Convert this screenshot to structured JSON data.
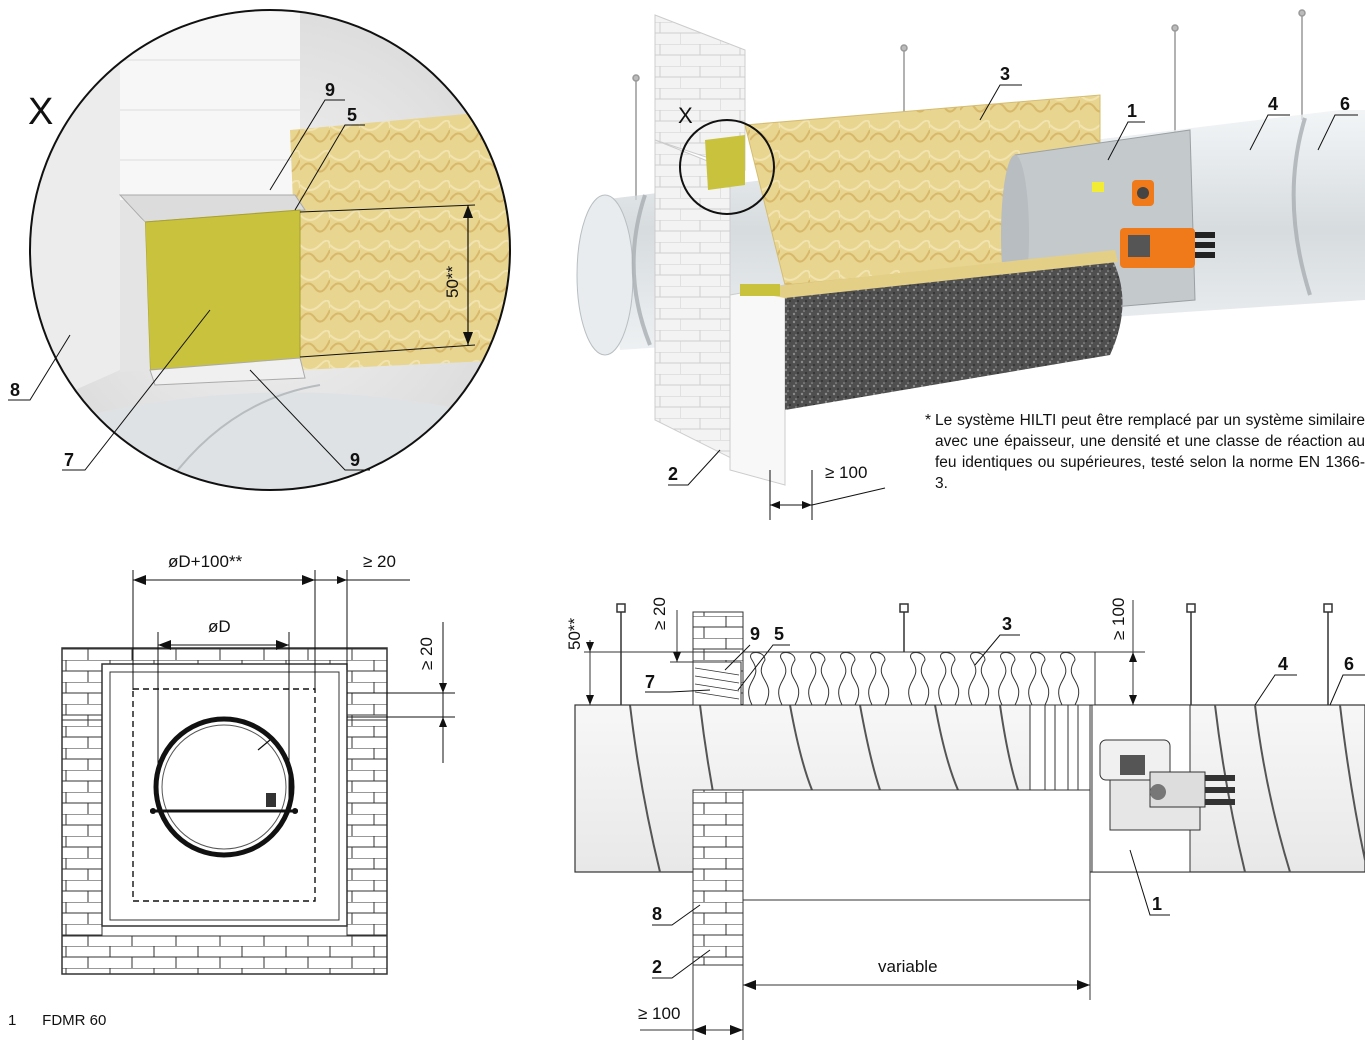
{
  "detail": {
    "title": "X",
    "labels": {
      "n9a": "9",
      "n5": "5",
      "n8": "8",
      "n7": "7",
      "n9b": "9"
    },
    "dim_50": "50**"
  },
  "perspective": {
    "x_mark": "X",
    "labels": {
      "n3": "3",
      "n1": "1",
      "n4": "4",
      "n6": "6",
      "n2": "2"
    },
    "dim_100": "≥ 100"
  },
  "note": {
    "star": "*",
    "text": "Le système HILTI peut être remplacé par un système similaire avec une épaisseur, une densité et une classe de réaction au feu identiques ou supérieures, testé selon la norme EN 1366-3."
  },
  "front_view": {
    "dim_d100": "øD+100**",
    "dim_d": "øD",
    "dim_20_right": "≥ 20",
    "dim_20_vert": "≥ 20"
  },
  "side_view": {
    "dim_50": "50**",
    "dim_20": "≥ 20",
    "dim_100_top": "≥ 100",
    "dim_100_bottom": "≥ 100",
    "variable": "variable",
    "labels": {
      "n9": "9",
      "n5": "5",
      "n3": "3",
      "n4": "4",
      "n6": "6",
      "n7": "7",
      "n8": "8",
      "n2": "2",
      "n1": "1"
    }
  },
  "legend": [
    {
      "num": "1",
      "text": "FDMR 60"
    }
  ],
  "colors": {
    "wall": "#f4f4f4",
    "wall_line": "#555555",
    "insulation": "#e6d27a",
    "insulation_block": "#c8c23a",
    "duct": "#d9dde0",
    "actuator": "#f07a1a",
    "mortar": "#5a5a5a"
  }
}
